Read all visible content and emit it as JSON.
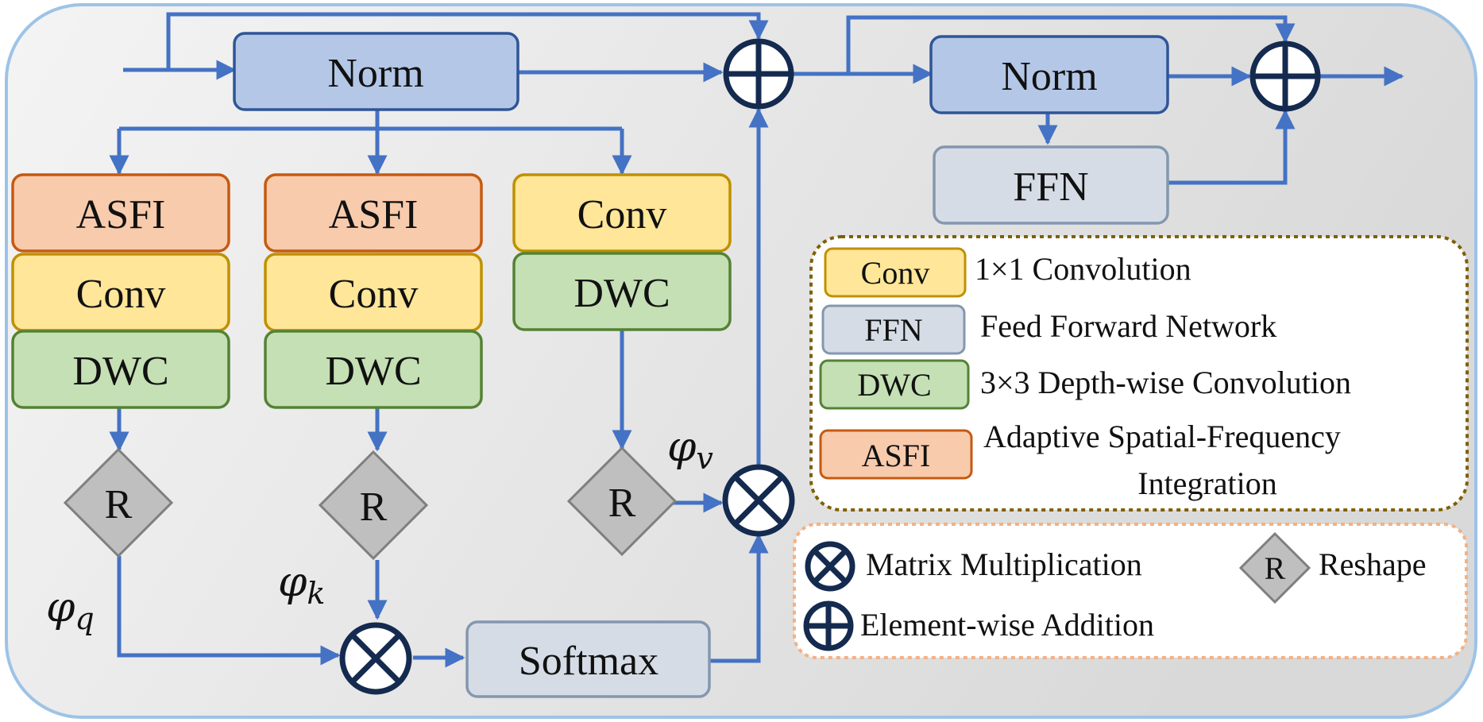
{
  "colors": {
    "flow": "#4472C4",
    "norm_fill": "#B4C7E7",
    "norm_stroke": "#2F5597",
    "asfi_fill": "#F8CBAD",
    "asfi_stroke": "#C55A11",
    "conv_fill": "#FFE699",
    "conv_stroke": "#BF9000",
    "dwc_fill": "#C5E0B4",
    "dwc_stroke": "#548235",
    "gray_fill": "#D6DCE5",
    "gray_stroke": "#8497B0",
    "reshape_fill": "#BFBFBF",
    "reshape_stroke": "#7F7F7F",
    "operator": "#142A4F"
  },
  "blocks": {
    "norm": "Norm",
    "asfi": "ASFI",
    "conv": "Conv",
    "dwc": "DWC",
    "reshape": "R",
    "softmax": "Softmax",
    "ffn": "FFN"
  },
  "symbols": {
    "phi": "φ",
    "q": "q",
    "k": "k",
    "v": "v"
  },
  "legend": {
    "conv": {
      "box": "Conv",
      "label": "1×1 Convolution"
    },
    "ffn": {
      "box": "FFN",
      "label": "Feed Forward Network"
    },
    "dwc": {
      "box": "DWC",
      "label": "3×3 Depth-wise Convolution"
    },
    "asfi": {
      "box": "ASFI",
      "label_line1": "Adaptive Spatial-Frequency",
      "label_line2": "Integration"
    },
    "matmul": {
      "icon": "matrix-multiplication-icon",
      "label": "Matrix Multiplication"
    },
    "reshape": {
      "box": "R",
      "label": "Reshape"
    },
    "add": {
      "icon": "element-wise-addition-icon",
      "label": "Element-wise Addition"
    }
  }
}
